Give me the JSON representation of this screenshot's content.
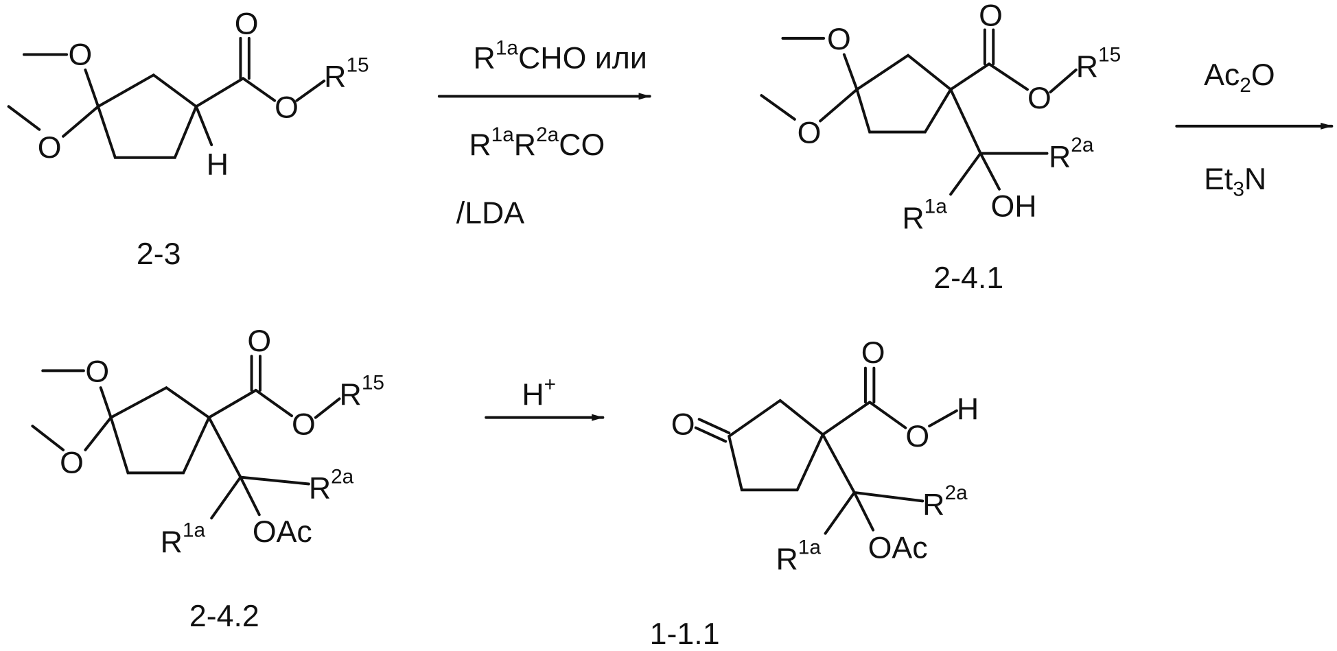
{
  "compounds": [
    {
      "label": "2-3",
      "atoms": {
        "o1": "O",
        "o2": "O",
        "o_carbonyl": "O",
        "o_ester": "O",
        "r": "R",
        "r_sup": "15",
        "h": "H"
      }
    },
    {
      "label": "2-4.1",
      "atoms": {
        "o1": "O",
        "o2": "O",
        "o_carbonyl": "O",
        "o_ester": "O",
        "r": "R",
        "r_sup": "15",
        "r2": "R",
        "r2_sup": "2a",
        "r1": "R",
        "r1_sup": "1a",
        "oh": "OH"
      }
    },
    {
      "label": "2-4.2",
      "atoms": {
        "o1": "O",
        "o2": "O",
        "o_carbonyl": "O",
        "o_ester": "O",
        "r": "R",
        "r_sup": "15",
        "r2": "R",
        "r2_sup": "2a",
        "r1": "R",
        "r1_sup": "1a",
        "oac": "OAc"
      }
    },
    {
      "label": "1-1.1",
      "atoms": {
        "o_keto": "O",
        "o_carbonyl": "O",
        "o_acid": "O",
        "h": "H",
        "r2": "R",
        "r2_sup": "2a",
        "r1": "R",
        "r1_sup": "1a",
        "oac": "OAc"
      }
    }
  ],
  "arrows": [
    {
      "reagent1": {
        "r": "R",
        "sup": "1a",
        "rest": "CHO или"
      },
      "reagent2": {
        "r1": "R",
        "sup1": "1a",
        "r2": "R",
        "sup2": "2a",
        "rest": "CO"
      },
      "reagent3": "/LDA"
    },
    {
      "above": {
        "main": "Ac",
        "sub": "2",
        "rest": "O"
      },
      "below": {
        "main": "Et",
        "sub": "3",
        "rest": "N"
      }
    },
    {
      "above": {
        "main": "H",
        "sup": "+"
      }
    }
  ]
}
